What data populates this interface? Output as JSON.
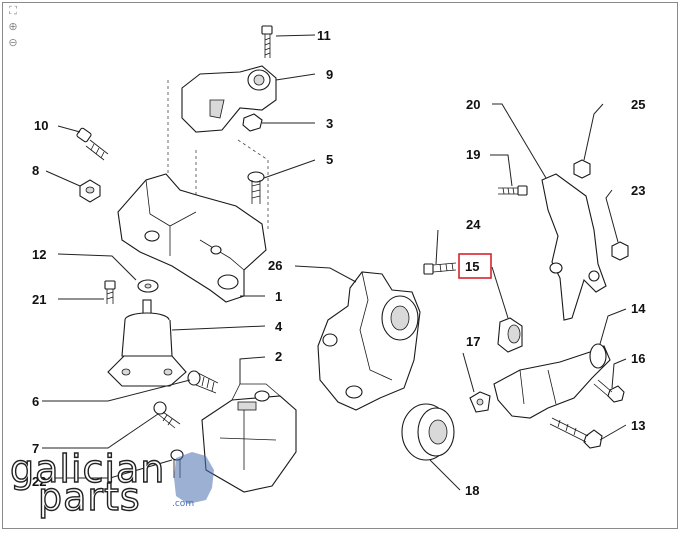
{
  "toolbar": {
    "items": [
      {
        "icon": "fullscreen-icon",
        "glyph": "⛶"
      },
      {
        "icon": "zoom-in-icon",
        "glyph": "⊕"
      },
      {
        "icon": "zoom-out-icon",
        "glyph": "⊖"
      }
    ]
  },
  "callouts": {
    "c1": "1",
    "c2": "2",
    "c3": "3",
    "c4": "4",
    "c5": "5",
    "c6": "6",
    "c7": "7",
    "c8": "8",
    "c9": "9",
    "c10": "10",
    "c11": "11",
    "c12": "12",
    "c13": "13",
    "c14": "14",
    "c15": "15",
    "c16": "16",
    "c17": "17",
    "c18": "18",
    "c19": "19",
    "c20": "20",
    "c21": "21",
    "c22": "22",
    "c23": "23",
    "c24": "24",
    "c25": "25",
    "c26": "26"
  },
  "highlight": {
    "callout": "15",
    "color": "#d9232d"
  },
  "logo": {
    "word_1": "galician",
    "word_2": "parts",
    "suffix": ".com",
    "accent_color": "#4a6fb0"
  }
}
